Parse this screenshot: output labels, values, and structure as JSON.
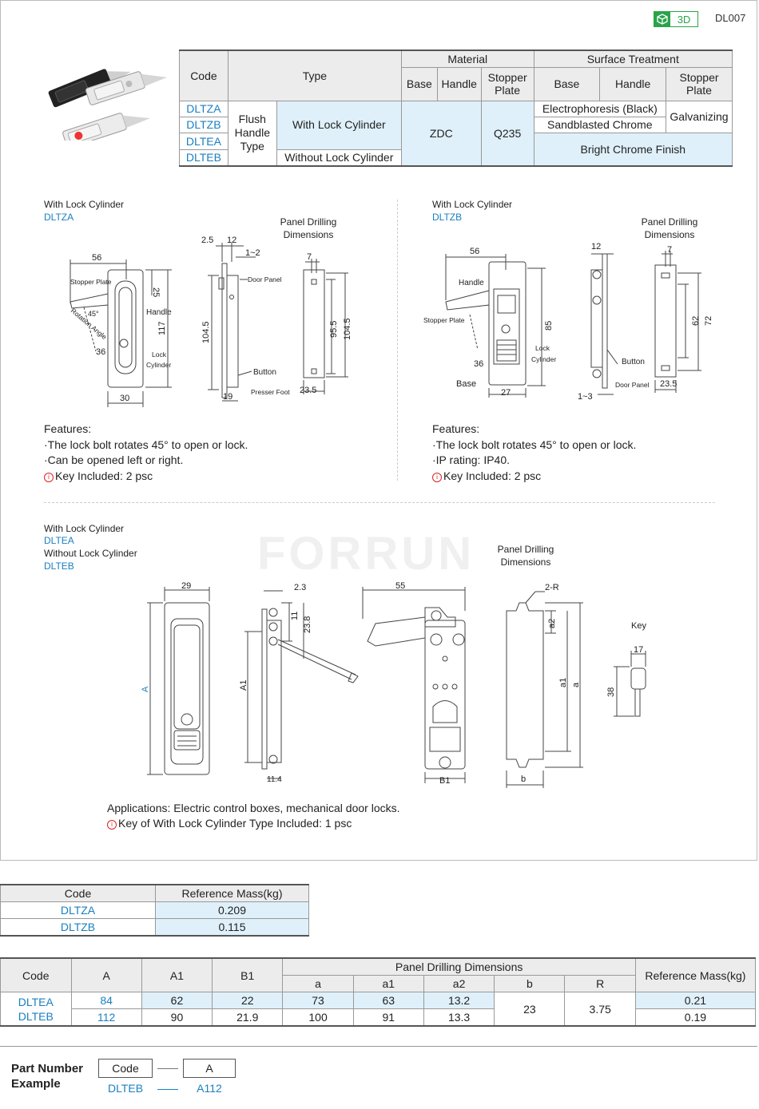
{
  "header": {
    "badge_label": "3D",
    "doc_id": "DL007"
  },
  "spec_table": {
    "h_code": "Code",
    "h_type": "Type",
    "h_material": "Material",
    "h_surface": "Surface Treatment",
    "h_base": "Base",
    "h_handle": "Handle",
    "h_stopper": "Stopper Plate",
    "codes": [
      "DLTZA",
      "DLTZB",
      "DLTEA",
      "DLTEB"
    ],
    "flush": "Flush Handle Type",
    "with_lock": "With Lock Cylinder",
    "without_lock": "Without Lock Cylinder",
    "zdc": "ZDC",
    "q235": "Q235",
    "electro": "Electrophoresis (Black)",
    "sandblasted": "Sandblasted Chrome",
    "galvanizing": "Galvanizing",
    "bright": "Bright Chrome Finish"
  },
  "left_panel": {
    "title": "With Lock Cylinder",
    "code": "DLTZA",
    "panel_title": "Panel Drilling Dimensions",
    "dims": {
      "d56": "56",
      "d25": "25",
      "d117": "117",
      "d36": "36",
      "d30": "30",
      "d45": "45°",
      "d2_5": "2.5",
      "d12": "12",
      "d1_2": "1~2",
      "d104_5": "104.5",
      "d19": "19",
      "d7": "7",
      "d95_5": "95.5",
      "d104_5b": "104.5",
      "d23_5": "23.5"
    },
    "labels": {
      "stopper": "Stopper Plate",
      "rot": "Rotation Angle",
      "handle": "Handle",
      "lock": "Lock",
      "cyl": "Cylinder",
      "door": "Door Panel",
      "button": "Button",
      "presser": "Presser Foot"
    },
    "features_title": "Features:",
    "features": [
      "·The lock bolt rotates 45° to open or lock.",
      "·Can be opened left or right."
    ],
    "key": "Key Included: 2 psc"
  },
  "right_panel": {
    "title": "With Lock Cylinder",
    "code": "DLTZB",
    "panel_title": "Panel Drilling Dimensions",
    "dims": {
      "d56": "56",
      "d85": "85",
      "d36": "36",
      "d27": "27",
      "d12": "12",
      "d1_3": "1~3",
      "d7": "7",
      "d62": "62",
      "d72": "72",
      "d23_5": "23.5"
    },
    "labels": {
      "handle": "Handle",
      "stopper": "Stopper Plate",
      "lock": "Lock",
      "cyl": "Cylinder",
      "base": "Base",
      "button": "Button",
      "door": "Door Panel"
    },
    "features_title": "Features:",
    "features": [
      "·The lock bolt rotates 45° to open or lock.",
      "·IP rating: IP40."
    ],
    "key": "Key Included: 2 psc"
  },
  "bottom_panel": {
    "title1": "With Lock Cylinder",
    "code1": "DLTEA",
    "title2": "Without Lock Cylinder",
    "code2": "DLTEB",
    "panel_title": "Panel Drilling Dimensions",
    "watermark": "FORRUN",
    "dims": {
      "d29": "29",
      "dA": "A",
      "d2_3": "2.3",
      "d11": "11",
      "d23_8": "23.8",
      "dA1": "A1",
      "d11_4": "11.4",
      "d55": "55",
      "dB1": "B1",
      "d2R": "2-R",
      "da2": "a2",
      "da1": "a1",
      "da": "a",
      "db": "b",
      "key": "Key",
      "d17": "17",
      "d38": "38"
    },
    "applications": "Applications: Electric control boxes, mechanical door locks.",
    "key_note": "Key of With Lock Cylinder Type Included: 1 psc"
  },
  "mass_table": {
    "h_code": "Code",
    "h_mass": "Reference Mass(kg)",
    "rows": [
      {
        "code": "DLTZA",
        "mass": "0.209"
      },
      {
        "code": "DLTZB",
        "mass": "0.115"
      }
    ]
  },
  "dims_table": {
    "h_code": "Code",
    "h_A": "A",
    "h_A1": "A1",
    "h_B1": "B1",
    "h_panel": "Panel Drilling Dimensions",
    "h_a": "a",
    "h_a1": "a1",
    "h_a2": "a2",
    "h_b": "b",
    "h_R": "R",
    "h_mass": "Reference Mass(kg)",
    "code1": "DLTEA",
    "code2": "DLTEB",
    "b": "23",
    "R": "3.75",
    "rows": [
      {
        "A": "84",
        "A1": "62",
        "B1": "22",
        "a": "73",
        "a1": "63",
        "a2": "13.2",
        "mass": "0.21"
      },
      {
        "A": "112",
        "A1": "90",
        "B1": "21.9",
        "a": "100",
        "a1": "91",
        "a2": "13.3",
        "mass": "0.19"
      }
    ]
  },
  "part_number": {
    "title": "Part Number Example",
    "box_code": "Code",
    "box_a": "A",
    "ex_code": "DLTEB",
    "ex_a": "A112"
  }
}
